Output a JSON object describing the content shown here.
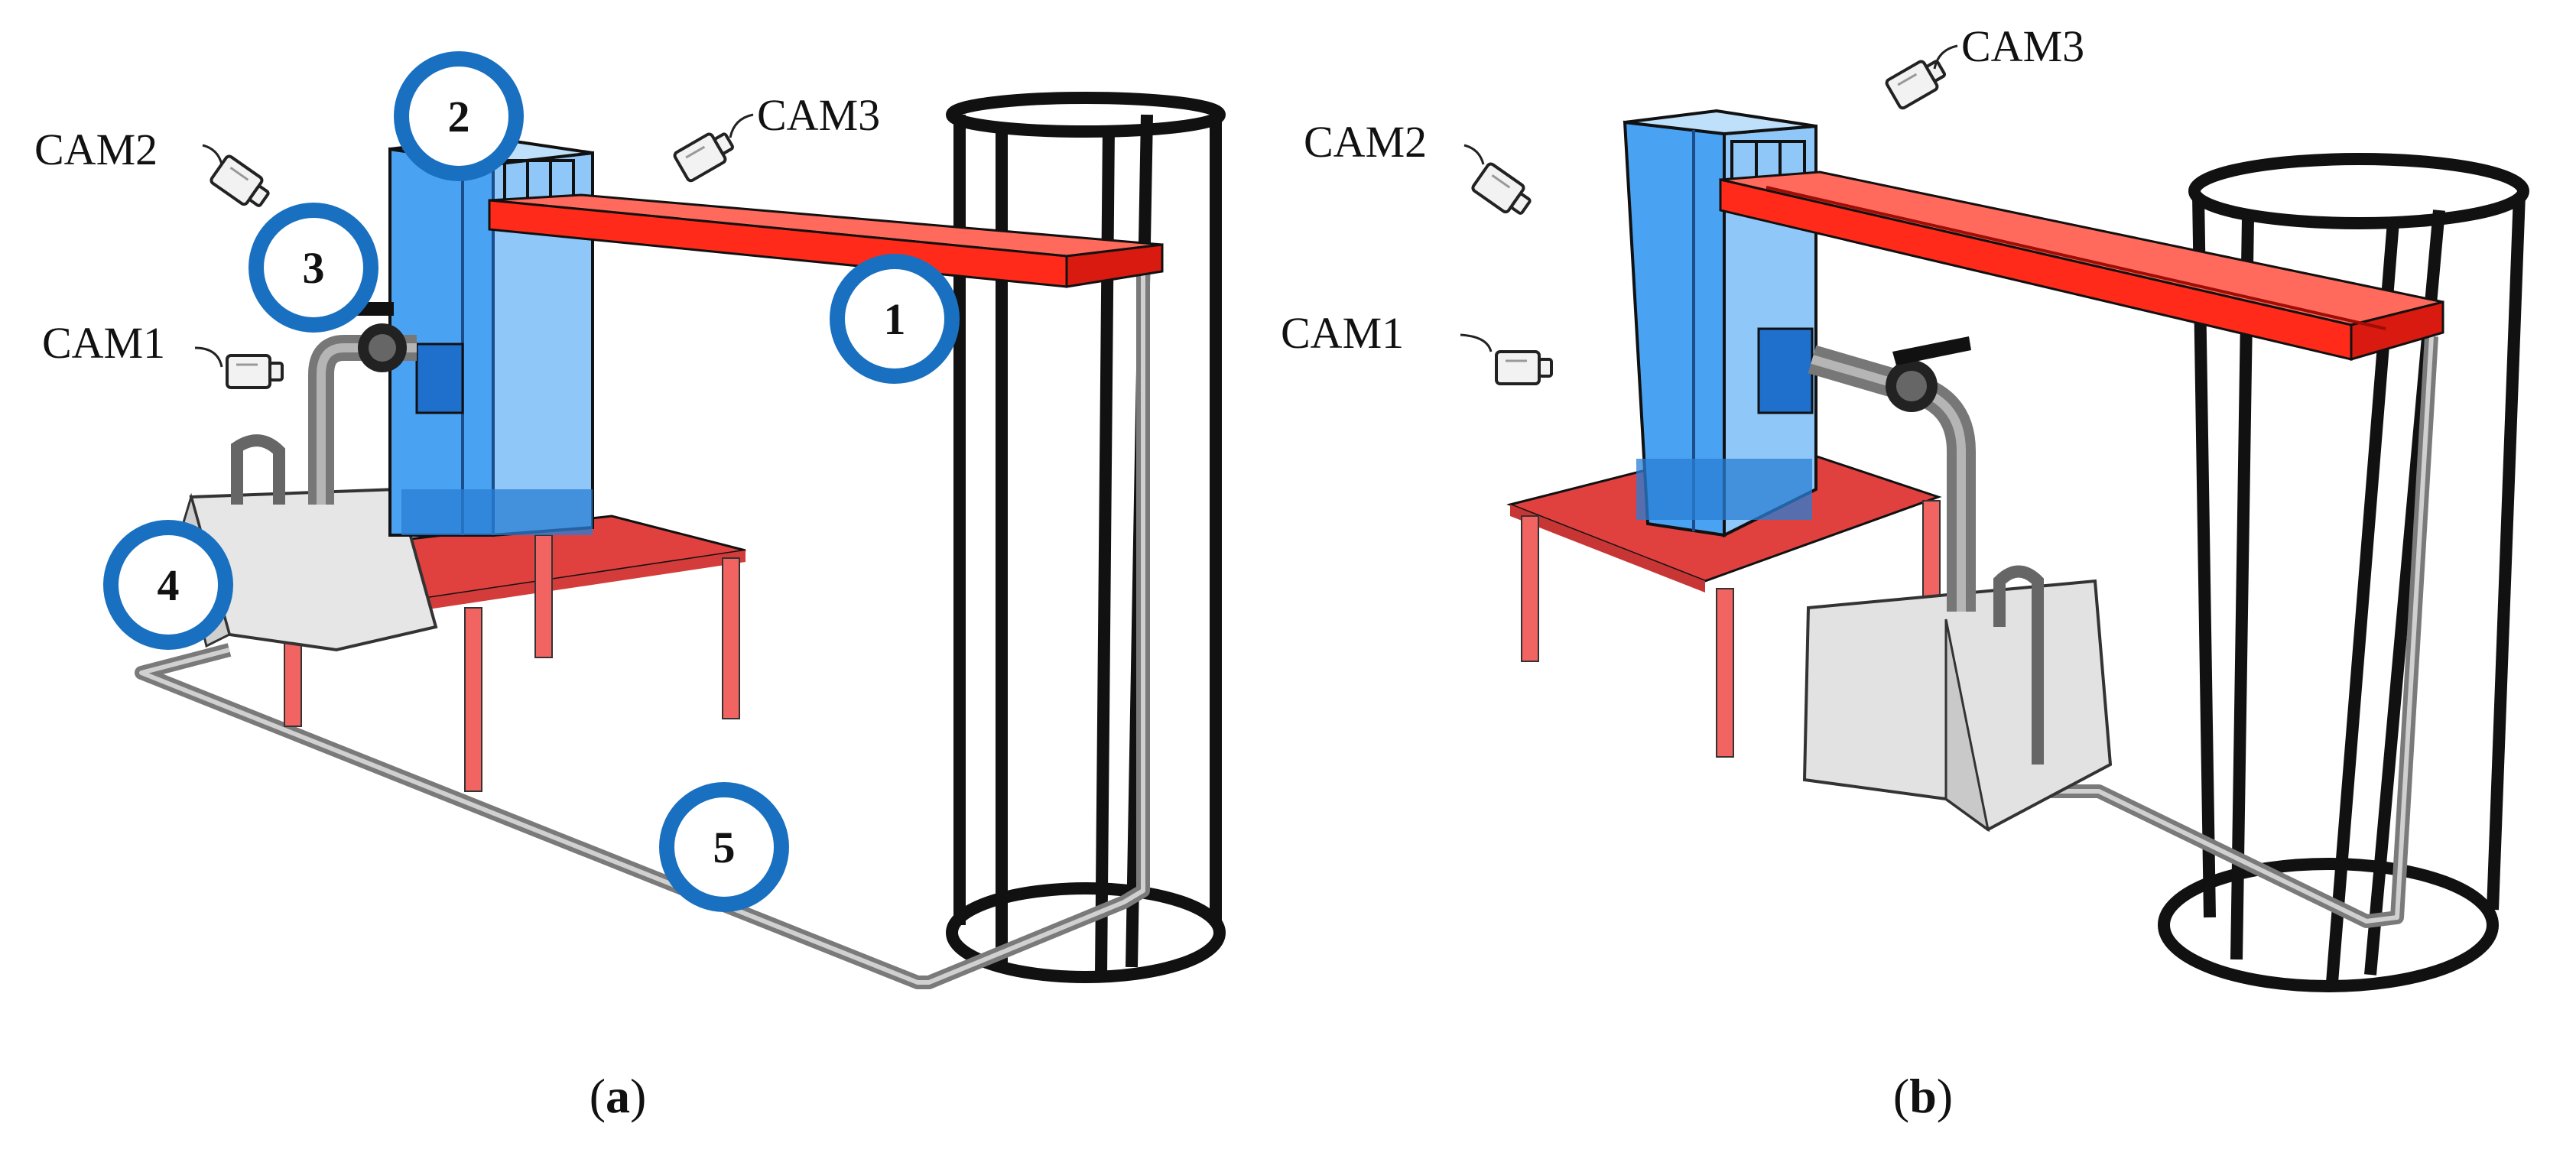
{
  "colors": {
    "beam": "#ff2a1a",
    "tank": "#3d9cf0",
    "table": "#ef4a48",
    "pipe": "#8a8a8a",
    "cylinder": "#111111",
    "marker_ring": "#1a70c0",
    "collector": "#e0e0e0"
  },
  "panel_a": {
    "cameras": [
      "CAM1",
      "CAM2",
      "CAM3"
    ],
    "markers": [
      "1",
      "2",
      "3",
      "4",
      "5"
    ],
    "caption_letter": "a"
  },
  "panel_b": {
    "cameras": [
      "CAM1",
      "CAM2",
      "CAM3"
    ],
    "caption_letter": "b"
  },
  "icons": [
    "camera-icon",
    "numbered-marker"
  ]
}
